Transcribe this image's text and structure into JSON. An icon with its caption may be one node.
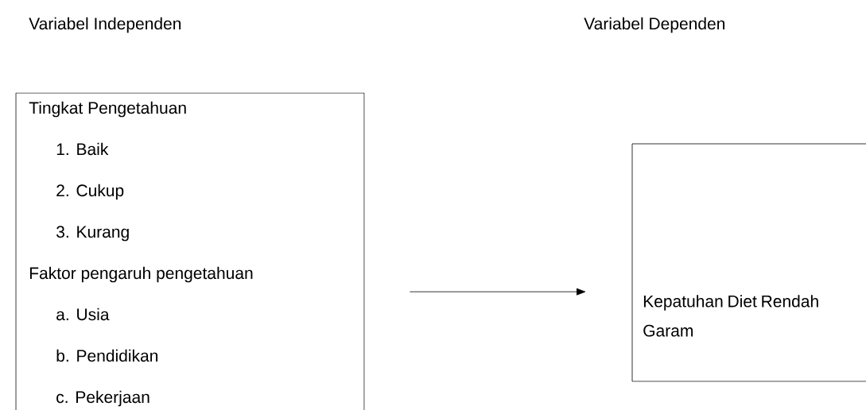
{
  "diagram": {
    "nodes": [
      {
        "text": [
          "Tingkat Pengetahuan",
          "1. Baik",
          "2. Cukup",
          "3. Kurang",
          "Faktor pengaruh pengetahuan",
          "a. Usia",
          "b. Pendidikan",
          "c. Pekerjaan"
        ]
      },
      {
        "text": [
          "Kepatuhan Diet Rendah Garam"
        ]
      }
    ],
    "edges": [
      {
        "from": 0,
        "to": 1,
        "arrow": "to"
      }
    ],
    "labels": [
      "Variabel Independen",
      "Variabel Dependen"
    ]
  }
}
